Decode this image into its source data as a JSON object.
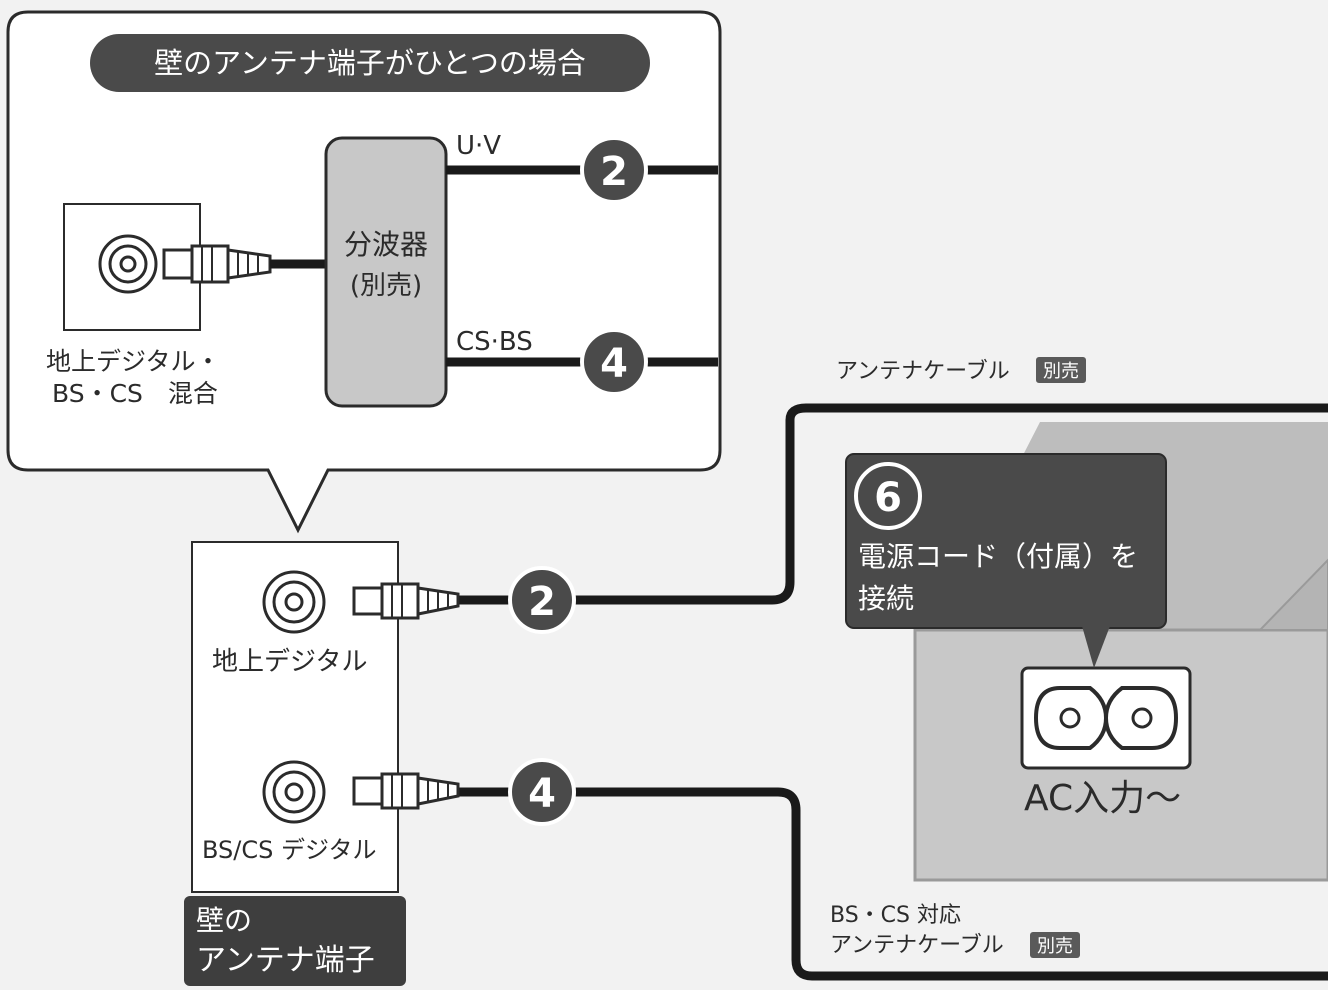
{
  "callout": {
    "title": "壁のアンテナ端子がひとつの場合",
    "outlet_label_line1": "地上デジタル・",
    "outlet_label_line2": "BS・CS　混合",
    "splitter_label": "分波器",
    "splitter_sub": "(別売)",
    "uv_label": "U·V",
    "csbs_label": "CS·BS",
    "step_uv": "2",
    "step_csbs": "4"
  },
  "wall_panel": {
    "terrestrial_label": "地上デジタル",
    "bscs_label": "BS/CS デジタル",
    "tag_line1": "壁の",
    "tag_line2": "アンテナ端子"
  },
  "cables": {
    "antenna_cable_label": "アンテナケーブル",
    "sold_separately": "別売",
    "bscs_cable_line1": "BS・CS 対応",
    "bscs_cable_line2": "アンテナケーブル",
    "sold_separately_2": "別売",
    "step_terrestrial": "2",
    "step_bscs": "4"
  },
  "device": {
    "step_power": "6",
    "power_instruction_line1": "電源コード（付属）を",
    "power_instruction_line2": "接続",
    "ac_input_label": "AC入力～"
  },
  "colors": {
    "background": "#f2f2f2",
    "badge_dark": "#4a4a4a",
    "device_gray": "#c8c8c8",
    "line": "#1a1a1a"
  }
}
